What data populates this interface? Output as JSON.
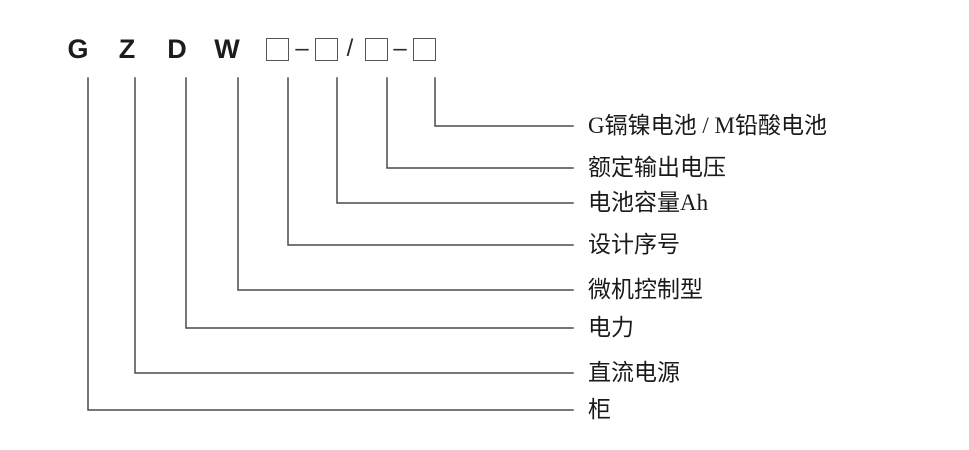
{
  "diagram": {
    "title": "GZDW model code designation breakdown",
    "line_color": "#4a4a4a",
    "text_color": "#1a1a1a",
    "box_border_color": "#555555",
    "background": "#ffffff",
    "model_code": {
      "segments": [
        {
          "type": "letter",
          "text": "G"
        },
        {
          "type": "letter",
          "text": "Z"
        },
        {
          "type": "letter",
          "text": "D"
        },
        {
          "type": "letter",
          "text": "W"
        },
        {
          "type": "box",
          "text": ""
        },
        {
          "type": "separator",
          "text": "–"
        },
        {
          "type": "box",
          "text": ""
        },
        {
          "type": "separator",
          "text": "/"
        },
        {
          "type": "box",
          "text": ""
        },
        {
          "type": "separator",
          "text": "–"
        },
        {
          "type": "box",
          "text": ""
        }
      ]
    },
    "callouts": [
      {
        "label": "G镉镍电池 / M铅酸电池"
      },
      {
        "label": "额定输出电压"
      },
      {
        "label": "电池容量Ah"
      },
      {
        "label": "设计序号"
      },
      {
        "label": "微机控制型"
      },
      {
        "label": "电力"
      },
      {
        "label": "直流电源"
      },
      {
        "label": "柜"
      }
    ]
  }
}
